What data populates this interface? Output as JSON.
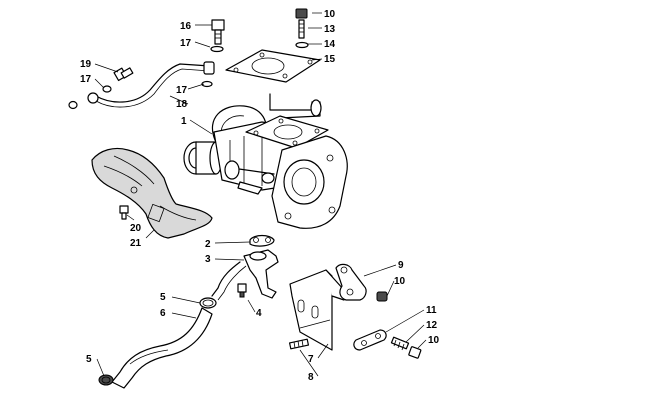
{
  "callouts": {
    "c1": "1",
    "c2": "2",
    "c3": "3",
    "c4": "4",
    "c5a": "5",
    "c5b": "5",
    "c6": "6",
    "c7": "7",
    "c8": "8",
    "c9": "9",
    "c10a": "10",
    "c10b": "10",
    "c10c": "10",
    "c11": "11",
    "c12": "12",
    "c13": "13",
    "c14": "14",
    "c15": "15",
    "c16": "16",
    "c17a": "17",
    "c17b": "17",
    "c17c": "17",
    "c18": "18",
    "c19": "19",
    "c20": "20",
    "c21": "21"
  },
  "colors": {
    "line": "#000000",
    "background": "#ffffff",
    "shade": "#d9d9d9"
  }
}
